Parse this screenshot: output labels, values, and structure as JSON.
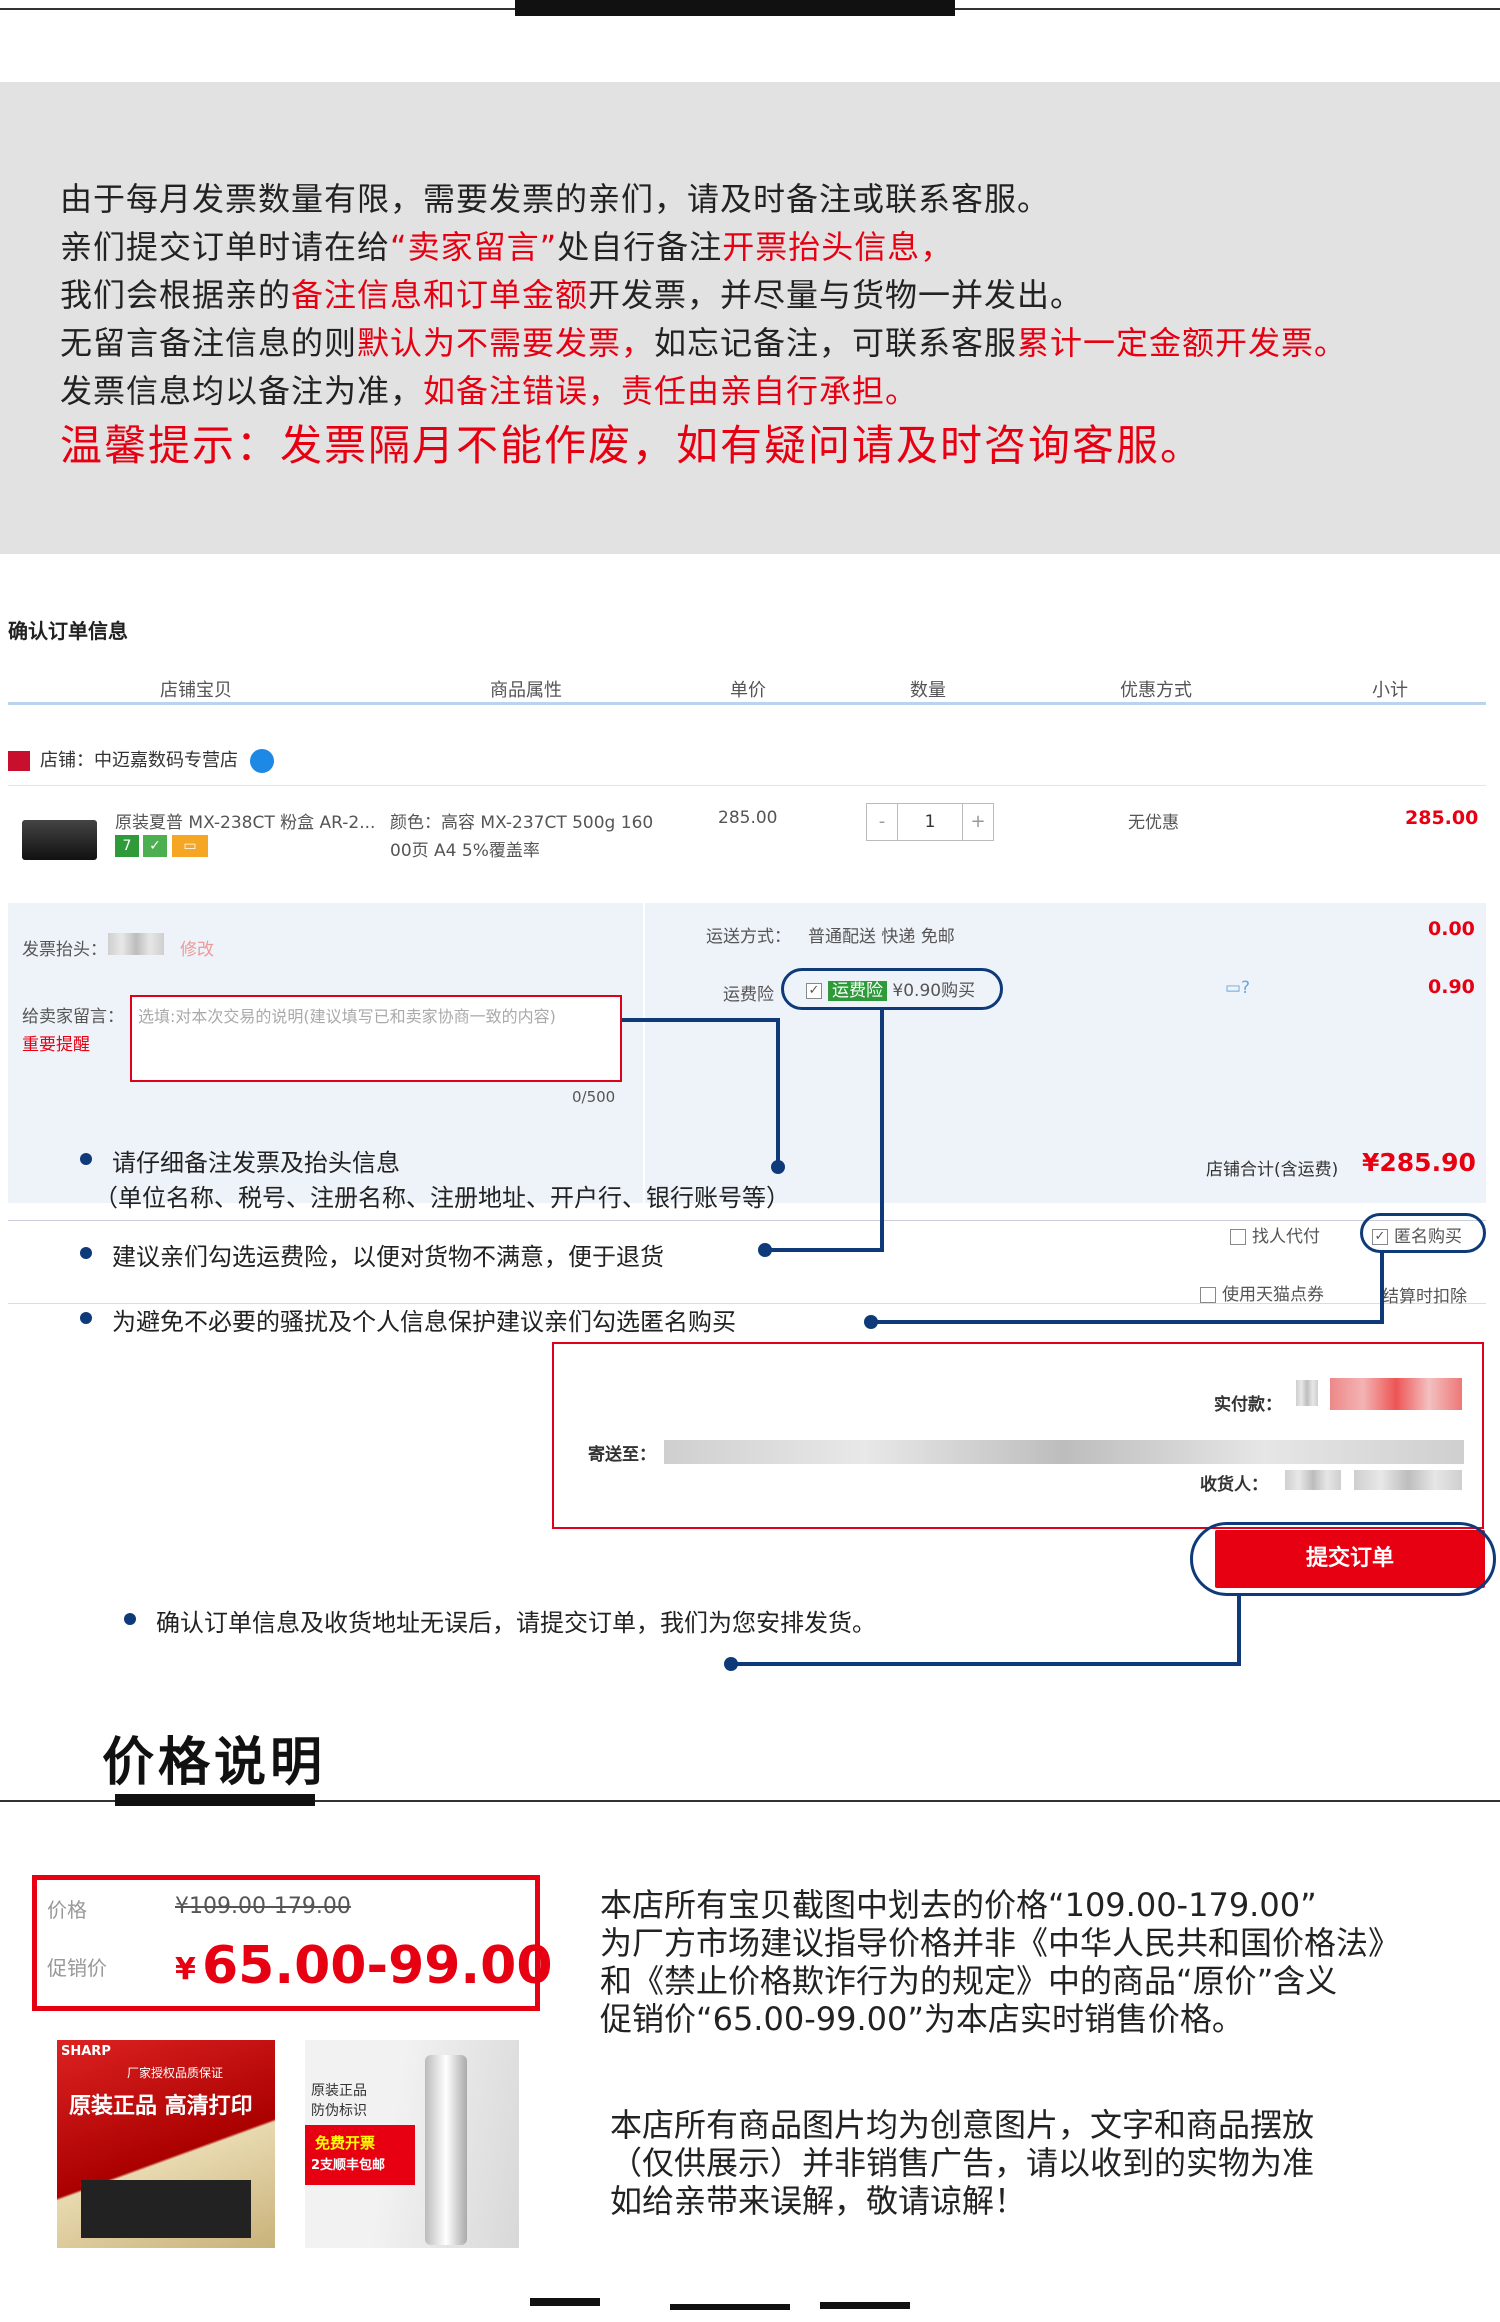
{
  "notice": {
    "line1": "由于每月发票数量有限，需要发票的亲们，请及时备注或联系客服。",
    "line2_a": "亲们提交订单时请在给",
    "line2_b": "“卖家留言”",
    "line2_c": "处自行备注",
    "line2_d": "开票抬头信息，",
    "line3_a": "我们会根据亲的",
    "line3_b": "备注信息和订单金额",
    "line3_c": "开发票，并尽量与货物一并发出。",
    "line4_a": "无留言备注信息的则",
    "line4_b": "默认为不需要发票，",
    "line4_c": "如忘记备注，可联系客服",
    "line4_d": "累计一定金额开发票。",
    "line5_a": "发票信息均以备注为准，",
    "line5_b": "如备注错误，责任由亲自行承担。",
    "line6": "温馨提示：发票隔月不能作废，如有疑问请及时咨询客服。"
  },
  "order": {
    "title": "确认订单信息",
    "headers": [
      "店铺宝贝",
      "商品属性",
      "单价",
      "数量",
      "优惠方式",
      "小计"
    ],
    "store_label": "店铺：中迈嘉数码专营店",
    "product_name": "原装夏普 MX-238CT 粉盒 AR-2...",
    "attr_line1": "颜色：高容 MX-237CT 500g 160",
    "attr_line2": "00页 A4 5%覆盖率",
    "unit_price": "285.00",
    "qty_minus": "-",
    "qty_value": "1",
    "qty_plus": "+",
    "discount": "无优惠",
    "subtotal": "285.00",
    "invoice_label": "发票抬头：",
    "invoice_edit": "修改",
    "shipping_label": "运送方式：",
    "shipping_value": "普通配送 快递 免邮",
    "shipping_price": "0.00",
    "insurance_label": "运费险",
    "insurance_tag": "运费险",
    "insurance_value": "¥0.90购买",
    "insurance_price": "0.90",
    "msg_label": "给卖家留言：",
    "msg_important": "重要提醒",
    "msg_placeholder": "选填:对本次交易的说明(建议填写已和卖家协商一致的内容)",
    "msg_counter": "0/500",
    "store_total_label": "店铺合计(含运费)",
    "store_total": "¥285.90",
    "option_proxy": "找人代付",
    "option_anonymous": "匿名购买",
    "option_points": "使用天猫点券",
    "option_settle": "结算时扣除",
    "actual_pay_label": "实付款：",
    "ship_to_label": "寄送至：",
    "receiver_label": "收货人：",
    "submit": "提交订单"
  },
  "annotations": {
    "b1_line1": "请仔细备注发票及抬头信息",
    "b1_line2": "（单位名称、税号、注册名称、注册地址、开户行、银行账号等）",
    "b2": "建议亲们勾选运费险，以便对货物不满意，便于退货",
    "b3": "为避免不必要的骚扰及个人信息保护建议亲们勾选匿名购买",
    "b4": "确认订单信息及收货地址无误后，请提交订单，我们为您安排发货。"
  },
  "price": {
    "title": "价格说明",
    "box_price_label": "价格",
    "box_price": "¥109.00-179.00",
    "box_promo_label": "促销价",
    "box_promo_currency": "¥",
    "box_promo": "65.00-99.00",
    "text1_l1": "本店所有宝贝截图中划去的价格“109.00-179.00”",
    "text1_l2": "为厂方市场建议指导价格并非《中华人民共和国价格法》",
    "text1_l3": "和《禁止价格欺诈行为的规定》中的商品“原价”含义",
    "text1_l4": "促销价“65.00-99.00”为本店实时销售价格。",
    "text2_l1": "本店所有商品图片均为创意图片，文字和商品摆放",
    "text2_l2": "（仅供展示）并非销售广告，请以收到的实物为准",
    "text2_l3": "如给亲带来误解，敬请谅解！",
    "img1_brand": "SHARP",
    "img1_tag": "厂家授权品质保证",
    "img1_text": "原装正品 高清打印",
    "img2_l1": "原装正品",
    "img2_l2": "防伪标识",
    "img2_l3": "免费开票",
    "img2_l4": "2支顺丰包邮"
  },
  "colors": {
    "accent_red": "#e60012",
    "annotation_navy": "#0e3a7a",
    "notice_bg": "#e2e2e2"
  }
}
